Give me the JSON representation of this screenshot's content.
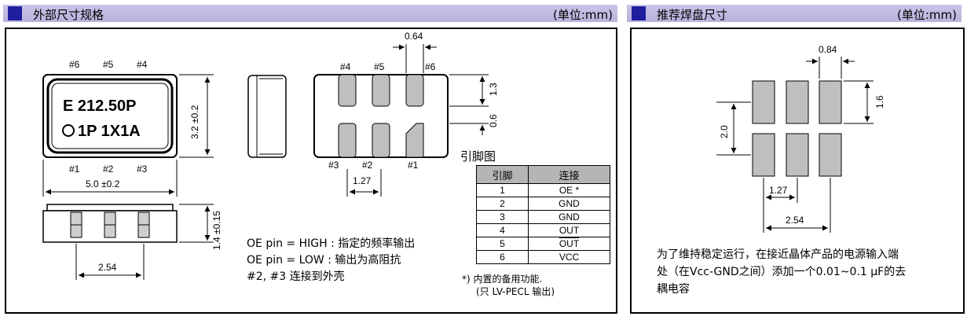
{
  "left_panel": {
    "title": "外部尺寸规格",
    "unit": "(单位:mm)",
    "marking_line1": "E 212.50P",
    "marking_line2": "1P 1X1A",
    "pins_top": [
      "#6",
      "#5",
      "#4"
    ],
    "pins_bottom": [
      "#1",
      "#2",
      "#3"
    ],
    "dim_height": "3.2 ±0.2",
    "dim_width": "5.0 ±0.2",
    "dim_thickness": "1.4 ±0.15",
    "dim_pitch": "2.54",
    "bottom_pins_top": [
      "#4",
      "#5",
      "#6"
    ],
    "bottom_pins_bottom": [
      "#3",
      "#2",
      "#1"
    ],
    "dim_pad_width": "0.64",
    "dim_pad_height": "1.3",
    "dim_pad_gap": "0.6",
    "dim_pad_pitch": "1.27",
    "oe_high": "OE pin = HIGH :  指定的频率输出",
    "oe_low": "OE pin = LOW :  输出为高阻抗",
    "note_case": "#2, #3 连接到外壳",
    "pin_table_title": "引脚图",
    "pin_table_headers": [
      "引脚",
      "连接"
    ],
    "pin_table_rows": [
      [
        "1",
        "OE *"
      ],
      [
        "2",
        "GND"
      ],
      [
        "3",
        "GND"
      ],
      [
        "4",
        "OUT"
      ],
      [
        "5",
        "OUT"
      ],
      [
        "6",
        "VCC"
      ]
    ],
    "footnote_1": "*)  内置的备用功能.",
    "footnote_2": "(只 LV-PECL 输出)"
  },
  "right_panel": {
    "title": "推荐焊盘尺寸",
    "unit": "(单位:mm)",
    "dim_land_width": "0.84",
    "dim_land_height": "1.6",
    "dim_land_span": "2.0",
    "dim_land_pitch": "1.27",
    "dim_land_pitch2": "2.54",
    "note_line1": "为了维持稳定运行，在接近晶体产品的电源输入端",
    "note_line2": "处（在Vcc-GND之间）添加一个0.01~0.1 µF的去",
    "note_line3": "耦电容"
  },
  "colors": {
    "header_bg": "#bdb8de",
    "header_square": "#1f1f9e",
    "pad_gray": "#bfbfbf",
    "table_header": "#b5b5b5"
  }
}
